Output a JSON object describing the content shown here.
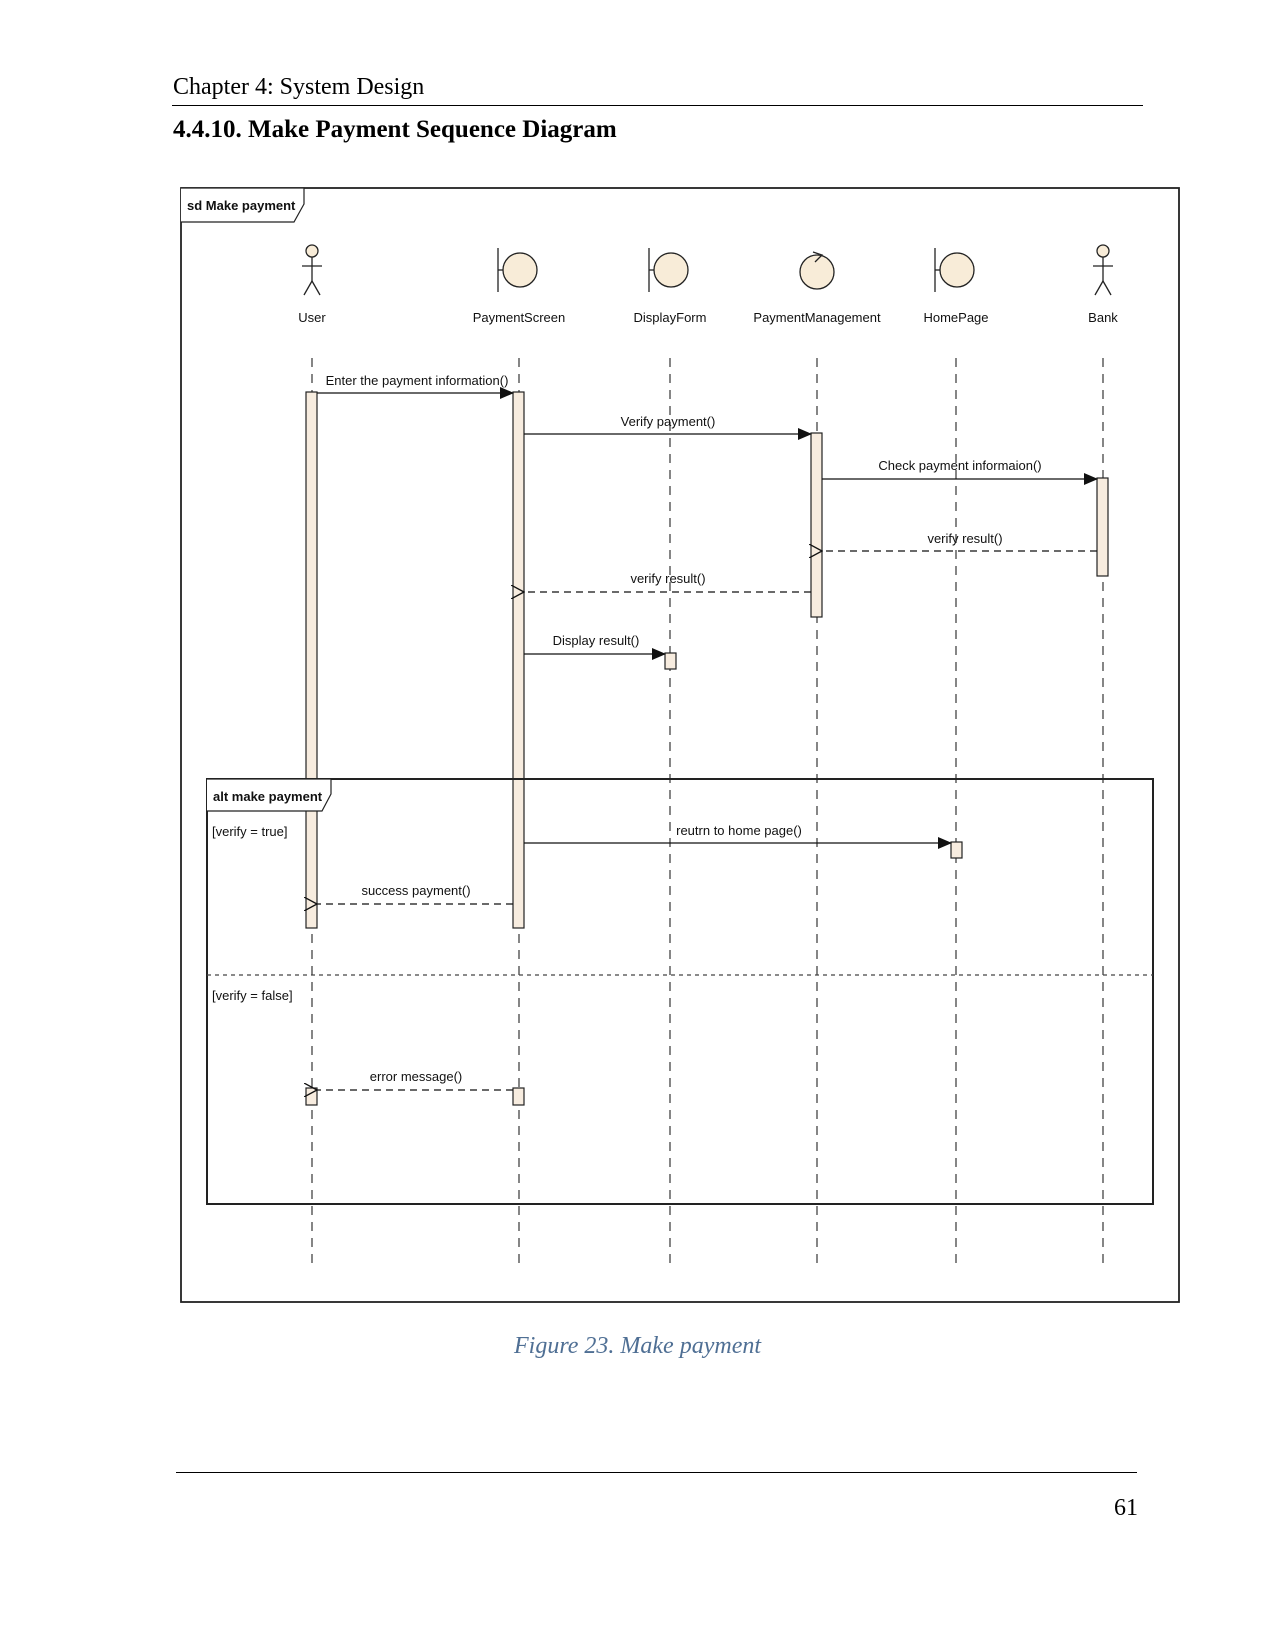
{
  "header": {
    "chapter": "Chapter 4: System Design"
  },
  "section": {
    "title": "4.4.10. Make Payment Sequence Diagram"
  },
  "diagram": {
    "frame_label": "sd Make payment",
    "lifelines": [
      {
        "id": "user",
        "name": "User",
        "kind": "actor"
      },
      {
        "id": "payment-screen",
        "name": "PaymentScreen",
        "kind": "boundary"
      },
      {
        "id": "display-form",
        "name": "DisplayForm",
        "kind": "boundary"
      },
      {
        "id": "payment-management",
        "name": "PaymentManagement",
        "kind": "control"
      },
      {
        "id": "home-page",
        "name": "HomePage",
        "kind": "boundary"
      },
      {
        "id": "bank",
        "name": "Bank",
        "kind": "actor"
      }
    ],
    "messages": [
      {
        "label": "Enter the payment information()",
        "from": "user",
        "to": "payment-screen",
        "kind": "sync"
      },
      {
        "label": "Verify payment()",
        "from": "payment-screen",
        "to": "payment-management",
        "kind": "sync"
      },
      {
        "label": "Check payment informaion()",
        "from": "payment-management",
        "to": "bank",
        "kind": "sync"
      },
      {
        "label": "verify result()",
        "from": "bank",
        "to": "payment-management",
        "kind": "return"
      },
      {
        "label": "verify result()",
        "from": "payment-management",
        "to": "payment-screen",
        "kind": "return"
      },
      {
        "label": "Display result()",
        "from": "payment-screen",
        "to": "display-form",
        "kind": "sync"
      },
      {
        "label": "reutrn to home page()",
        "from": "payment-screen",
        "to": "home-page",
        "kind": "sync"
      },
      {
        "label": "success payment()",
        "from": "payment-screen",
        "to": "user",
        "kind": "return"
      },
      {
        "label": "error message()",
        "from": "payment-screen",
        "to": "user",
        "kind": "return"
      }
    ],
    "alt_fragment": {
      "label": "alt make payment",
      "guards": [
        "[verify = true]",
        "[verify = false]"
      ]
    },
    "colors": {
      "activation_fill": "#f7ecdf",
      "head_fill": "#f8ecd8",
      "stroke": "#222222"
    }
  },
  "caption": "Figure 23. Make payment",
  "page_number": "61"
}
